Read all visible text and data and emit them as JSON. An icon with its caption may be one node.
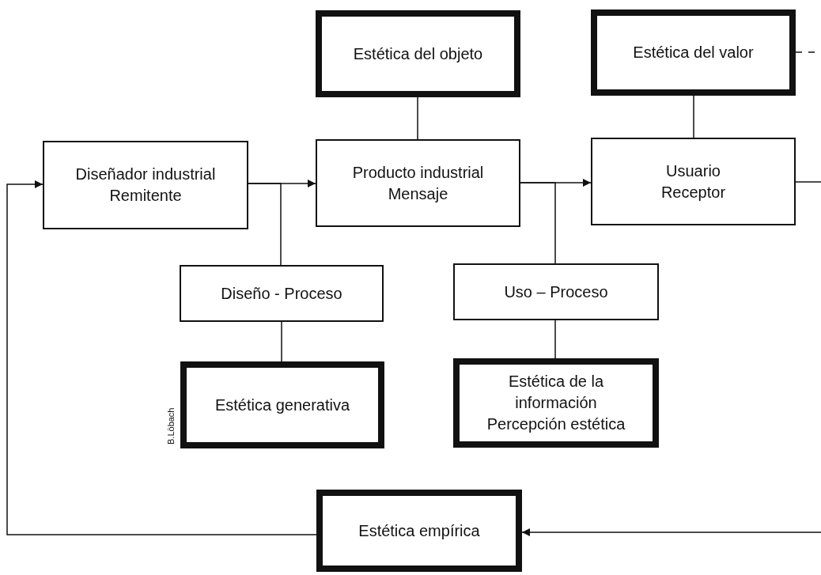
{
  "diagram": {
    "nodes": [
      {
        "text": [
          "Estética del objeto"
        ]
      },
      {
        "text": [
          "Estética del valor"
        ]
      },
      {
        "text": [
          "Diseñador industrial",
          "Remitente"
        ]
      },
      {
        "text": [
          "Producto industrial",
          "Mensaje"
        ]
      },
      {
        "text": [
          "Usuario",
          "Receptor"
        ]
      },
      {
        "text": [
          "Diseño - Proceso"
        ]
      },
      {
        "text": [
          "Uso – Proceso"
        ]
      },
      {
        "text": [
          "Estética generativa"
        ]
      },
      {
        "text": [
          "Estética de la información",
          "Percepción estética"
        ]
      },
      {
        "text": [
          "Estética empírica"
        ]
      }
    ],
    "edges": [
      {
        "from": 0,
        "to": 3,
        "arrow": "none"
      },
      {
        "from": 1,
        "to": 4,
        "arrow": "none"
      },
      {
        "from": 2,
        "to": 3,
        "arrow": "to"
      },
      {
        "from": 2,
        "to": 5,
        "arrow": "none"
      },
      {
        "from": 3,
        "to": 4,
        "arrow": "to"
      },
      {
        "from": 3,
        "to": 6,
        "arrow": "none"
      },
      {
        "from": 5,
        "to": 7,
        "arrow": "none"
      },
      {
        "from": 6,
        "to": 8,
        "arrow": "none"
      },
      {
        "from": 4,
        "to": null,
        "arrow": "none"
      },
      {
        "from": 1,
        "to": null,
        "arrow": "none",
        "style": "dashed"
      },
      {
        "from": null,
        "to": 9,
        "arrow": "to"
      },
      {
        "from": 9,
        "to": 2,
        "arrow": "to"
      }
    ],
    "labels": [
      "B.Löbach"
    ]
  }
}
